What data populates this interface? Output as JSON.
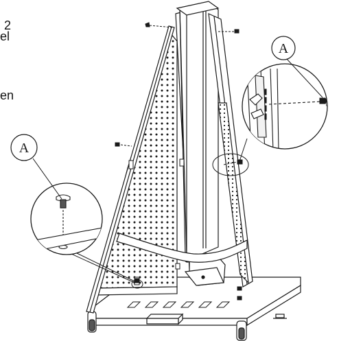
{
  "diagram": {
    "side_text_fragments": [
      "2",
      "el",
      "en"
    ],
    "callouts": [
      {
        "letter": "A"
      },
      {
        "letter": "A"
      }
    ],
    "colors": {
      "ink": "#1a1a1a",
      "fill": "#ffffff",
      "shade": "#e9e9e9"
    }
  }
}
